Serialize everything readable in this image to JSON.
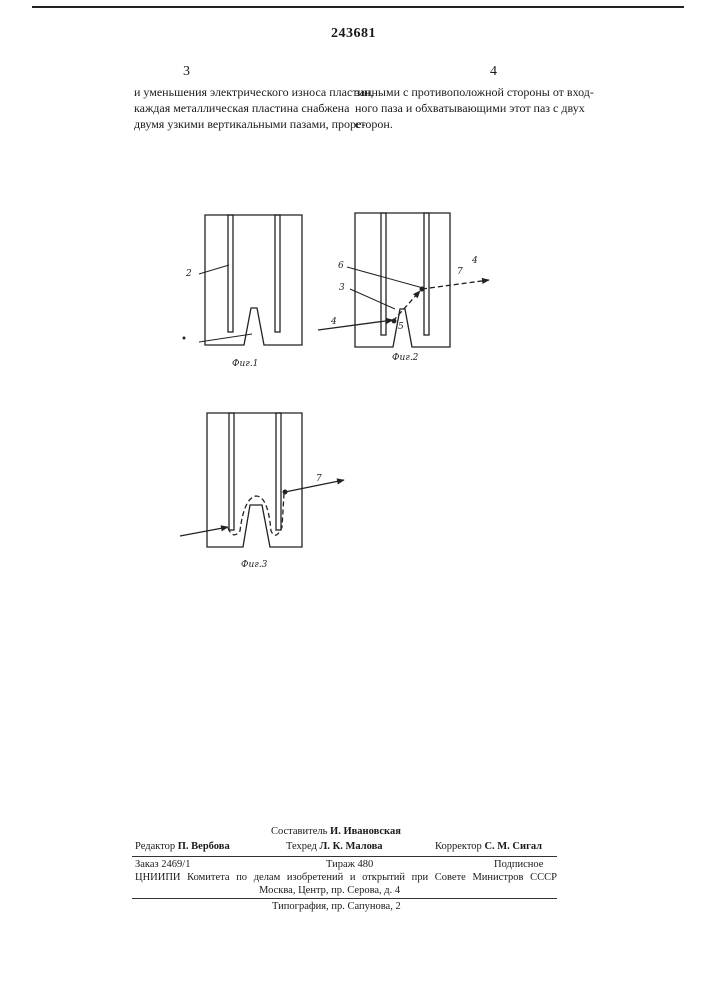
{
  "patent_number": "243681",
  "columns": {
    "left": {
      "number": "3",
      "lines": [
        "и уменьшения электрического износа пластин,",
        "каждая металлическая пластина снабжена",
        "двумя узкими вертикальными пазами, проре-"
      ]
    },
    "right": {
      "number": "4",
      "lines": [
        "занными с противоположной стороны от вход-",
        "ного паза и обхватывающими этот паз с двух",
        "сторон."
      ]
    }
  },
  "figures": {
    "fig1": {
      "caption": "Фиг.1",
      "labels": {
        "two": "2"
      }
    },
    "fig2": {
      "caption": "Фиг.2",
      "labels": {
        "six": "6",
        "three": "3",
        "four_left": "4",
        "five": "5",
        "seven": "7",
        "four_right": "4"
      }
    },
    "fig3": {
      "caption": "Фиг.3",
      "labels": {
        "seven": "7"
      }
    }
  },
  "credits": {
    "compiler_label": "Составитель",
    "compiler_name": "И. Ивановская",
    "editor_label": "Редактор",
    "editor_name": "П. Вербова",
    "techred_label": "Техред",
    "techred_name": "Л. К. Малова",
    "corrector_label": "Корректор",
    "corrector_name": "С. М. Сигал",
    "order": "Заказ 2469/1",
    "circulation": "Тираж 480",
    "subscription": "Подписное",
    "institute": "ЦНИИПИ Комитета по делам изобретений и открытий при Совете Министров СССР",
    "address": "Москва, Центр, пр. Серова, д. 4",
    "printing": "Типография, пр. Сапунова, 2"
  }
}
